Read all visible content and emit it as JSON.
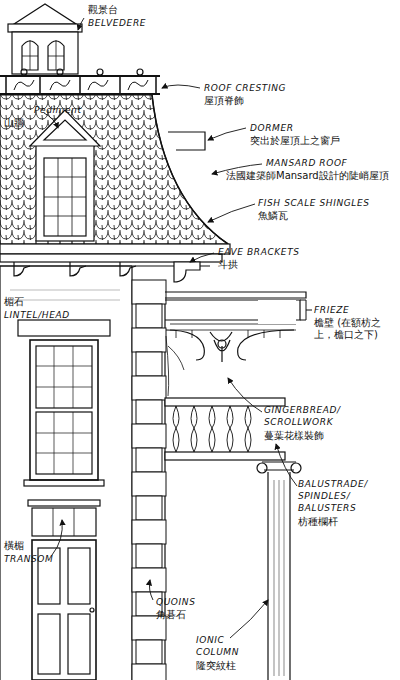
{
  "diagram": {
    "labels": [
      "觀景台",
      "BELVEDERE",
      "ROOF CRESTING",
      "屋頂脊飾",
      "Pediment",
      "山牆",
      "DORMER",
      "突出於屋頂上之窗戶",
      "MANSARD ROOF",
      "法國建築師Mansard設計的陡峭屋頂",
      "FISH SCALE SHINGLES",
      "魚鱗瓦",
      "EAVE BRACKETS",
      "斗拱",
      "楣石",
      "LINTEL/HEAD",
      "FRIEZE",
      "檐壁 (在額枋之 上，檐口之下)",
      "GINGERBREAD/ SCROLLWORK",
      "蔓葉花樣裝飾",
      "BALUSTRADE/ SPINDLES/ BALUSTERS",
      "枋種欄杆",
      "橫楣",
      "TRANSOM",
      "QUOINS",
      "角碁石",
      "IONIC COLUMN",
      "隆突紋柱"
    ]
  }
}
